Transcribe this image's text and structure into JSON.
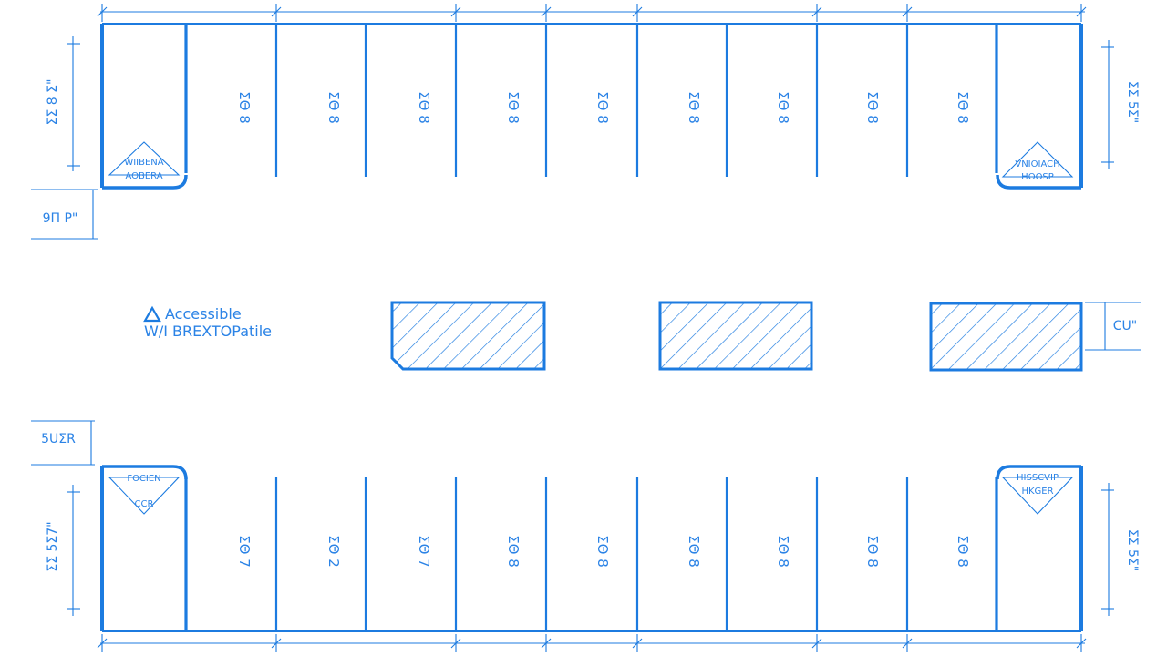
{
  "colors": {
    "line": "#1c7be0",
    "text": "#2b83e6",
    "background": "#ffffff"
  },
  "top_stalls": {
    "labels": [
      "",
      "ΣΘ 8",
      "ΣΘ 8",
      "ΣΘ 8",
      "ΣΘ 8",
      "ΣΘ 8",
      "ΣΘ 8",
      "ΣΘ 8",
      "ΣΘ 8",
      "ΣΘ 8",
      ""
    ]
  },
  "bottom_stalls": {
    "labels": [
      "",
      "ΣΘ 7",
      "ΣΘ 2",
      "ΣΘ 7",
      "ΣΘ 8",
      "ΣΘ 8",
      "ΣΘ 8",
      "ΣΘ 8",
      "ΣΘ 8",
      "ΣΘ 8",
      ""
    ]
  },
  "accessible_stalls": {
    "top_left": [
      "WIIBENA",
      "AOBERA"
    ],
    "top_right": [
      "VNIOIACH",
      "HOOSP"
    ],
    "bottom_left": [
      "FOCIEN",
      "CCR"
    ],
    "bottom_right": [
      "HISSCVIP",
      "HKGER"
    ]
  },
  "dimensions": {
    "left_top_height": "ΣΣ 8 Σ\"",
    "left_aisle": "9Π P\"",
    "left_bottom_gap": "5UΣR",
    "left_bottom_height": "ΣΣ 5Σ7\"",
    "right_top_height": "ΣΣ 5Σ\"",
    "right_island": "CU\"",
    "right_bottom_height": "ΣΣ 5Σ\""
  },
  "legend": {
    "line1": "Accessible",
    "line2": "W/I BREXTOPatile"
  }
}
